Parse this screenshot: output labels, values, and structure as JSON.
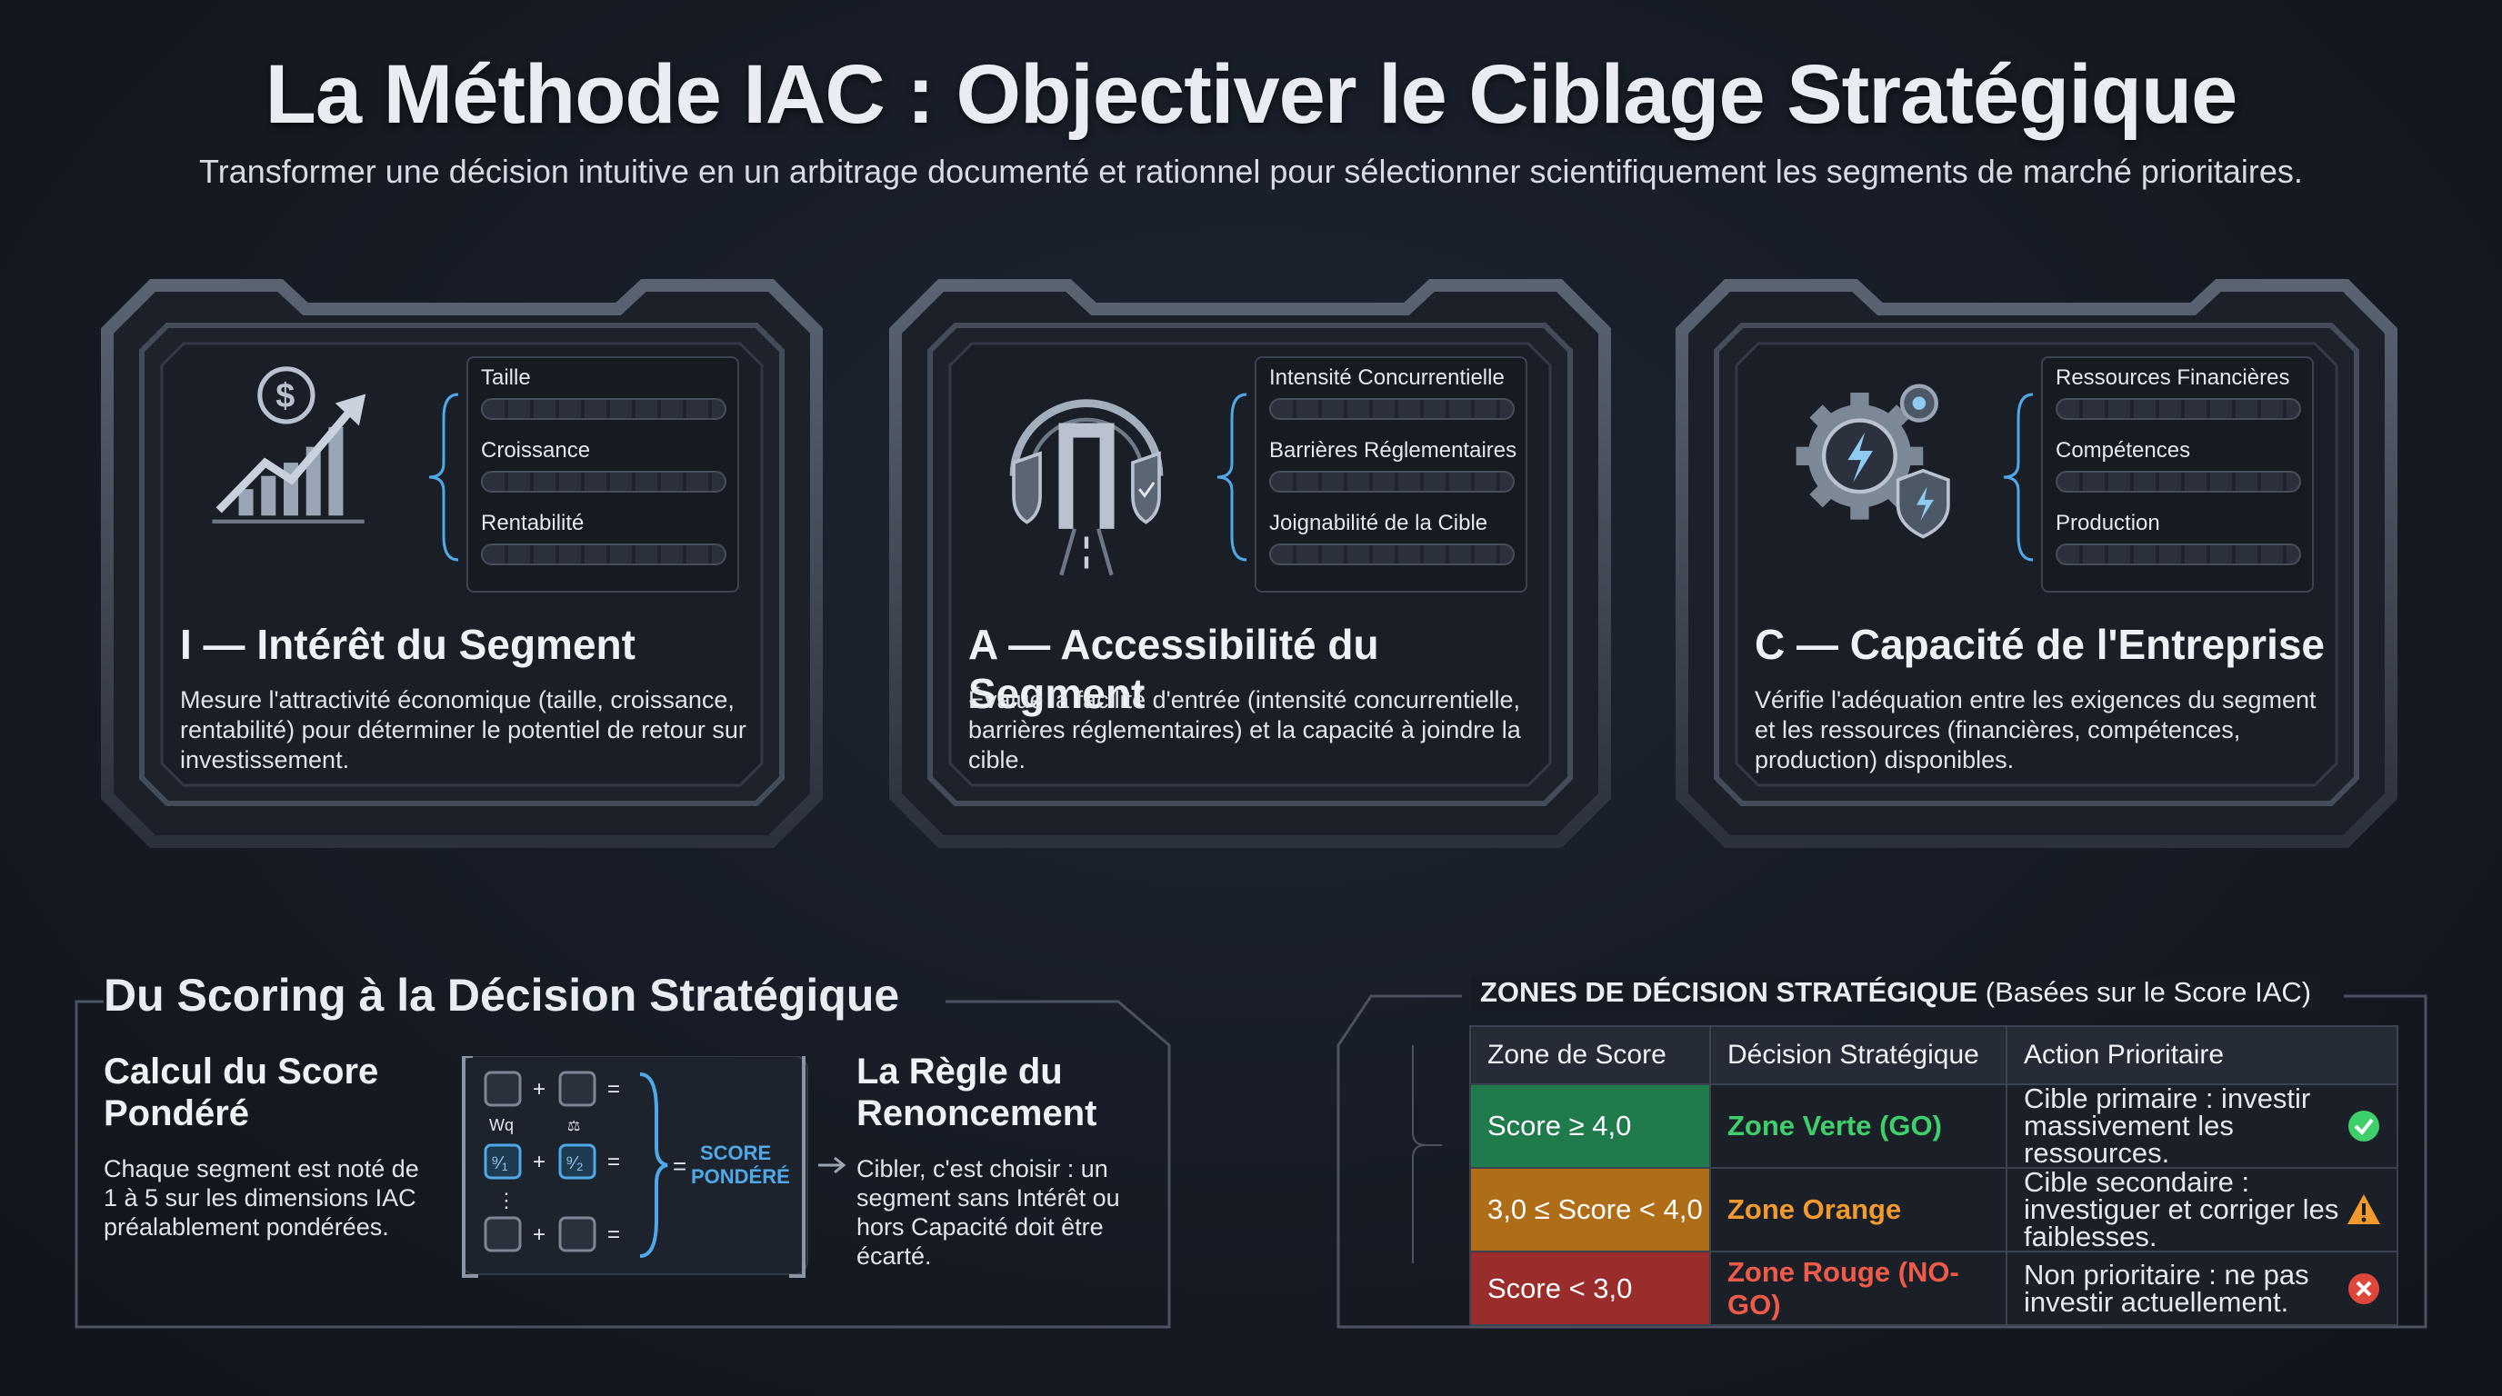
{
  "header": {
    "title": "La Méthode IAC : Objectiver le Ciblage Stratégique",
    "subtitle": "Transformer une décision intuitive en un arbitrage documenté et rationnel pour sélectionner scientifiquement les segments de marché prioritaires."
  },
  "cards": [
    {
      "heading": "I — Intérêt du Segment",
      "description": "Mesure l'attractivité économique (taille, croissance, rentabilité) pour déterminer le potentiel de retour sur investissement.",
      "icon": "growth-chart-dollar-icon",
      "metrics": [
        "Taille",
        "Croissance",
        "Rentabilité"
      ]
    },
    {
      "heading": "A — Accessibilité du Segment",
      "description": "Évalue la facilité d'entrée (intensité concurrentielle, barrières réglementaires) et la capacité à joindre la cible.",
      "icon": "gateway-shield-icon",
      "metrics": [
        "Intensité Concurrentielle",
        "Barrières Réglementaires",
        "Joignabilité de la Cible"
      ]
    },
    {
      "heading": "C — Capacité de l'Entreprise",
      "description": "Vérifie l'adéquation entre les exigences du segment et les ressources (financières, compétences, production) disponibles.",
      "icon": "gear-power-icon",
      "metrics": [
        "Ressources Financières",
        "Compétences",
        "Production"
      ]
    }
  ],
  "scoring": {
    "title": "Du Scoring à la Décision Stratégique",
    "calc_heading": "Calcul du Score Pondéré",
    "calc_description": "Chaque segment est noté de 1 à 5 sur les dimensions IAC préalablement pondérées.",
    "formula": {
      "weight_label": "Wq",
      "weight_label_2": "⚖",
      "fraction_1": "⁹⁄₁",
      "fraction_2": "⁹⁄₂",
      "plus": "+",
      "equals": "=",
      "dots": "⋮",
      "result": "SCORE PONDÉRÉ"
    },
    "rule_heading": "La Règle du Renoncement",
    "rule_description": "Cibler, c'est choisir : un segment sans Intérêt ou hors Capacité doit être écarté."
  },
  "zones": {
    "title_bold": "ZONES DE DÉCISION STRATÉGIQUE",
    "title_rest": " (Basées sur le Score IAC)",
    "headers": [
      "Zone de Score",
      "Décision Stratégique",
      "Action Prioritaire"
    ],
    "rows": [
      {
        "score": "Score ≥ 4,0",
        "decision": "Zone Verte (GO)",
        "action": "Cible primaire : investir massivement les ressources.",
        "icon": "check-circle-icon",
        "color": "#1f7a4c"
      },
      {
        "score": "3,0 ≤ Score < 4,0",
        "decision": "Zone Orange",
        "action": "Cible secondaire : investiguer et corriger les faiblesses.",
        "icon": "warning-triangle-icon",
        "color": "#b06d18"
      },
      {
        "score": "Score < 3,0",
        "decision": "Zone Rouge (NO-GO)",
        "action": "Non prioritaire : ne pas investir actuellement.",
        "icon": "cross-circle-icon",
        "color": "#9b2c2c"
      }
    ]
  },
  "colors": {
    "accent_blue": "#4fa8e8",
    "go": "#3fcf6a",
    "warning": "#f39a2e",
    "nogo": "#f05a48"
  }
}
